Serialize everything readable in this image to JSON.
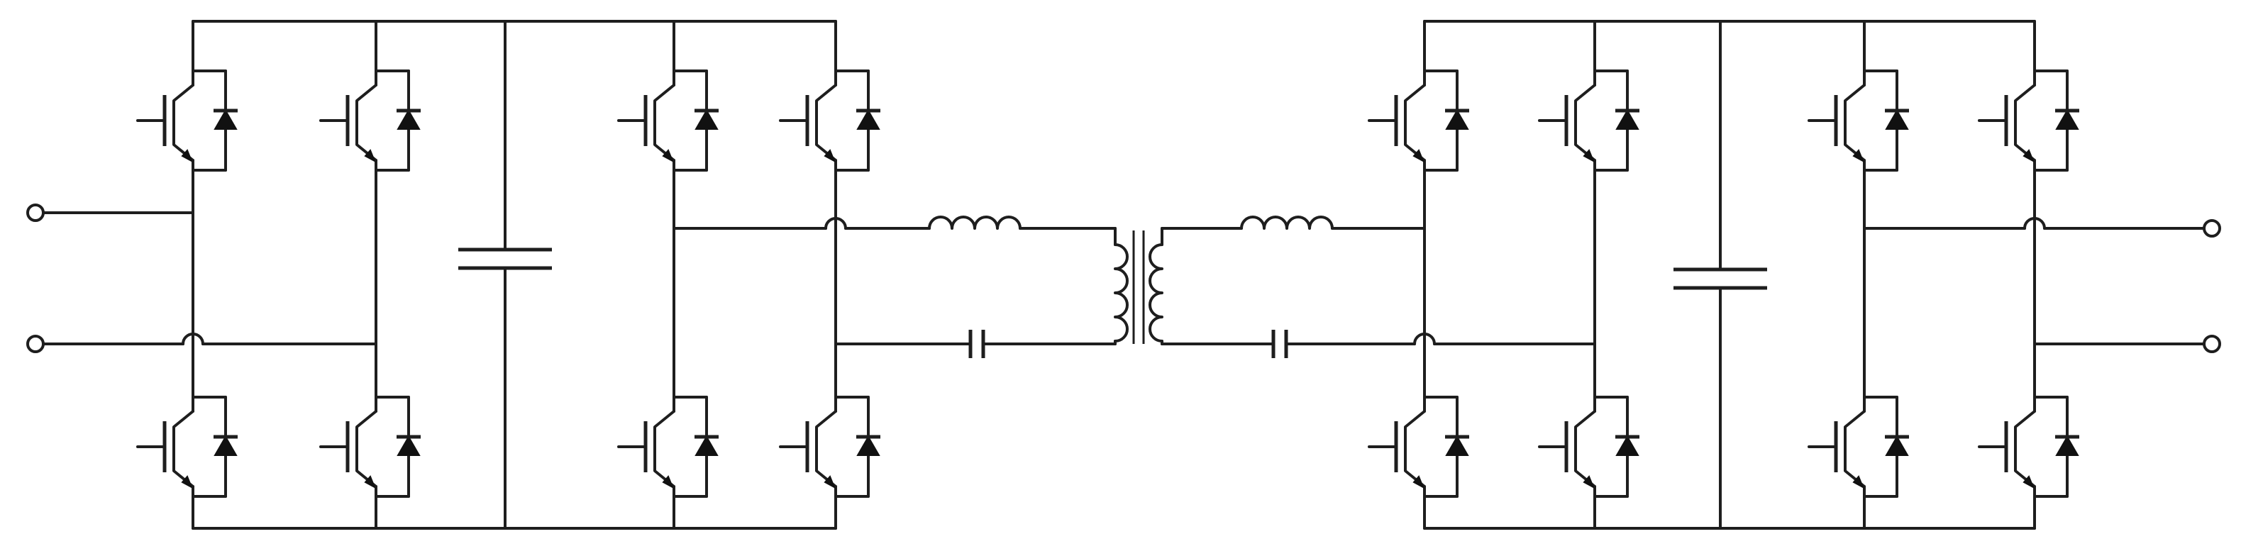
{
  "diagram": {
    "type": "circuit-schematic",
    "colors": {
      "background": "#ffffff",
      "line": "#1e1e1e"
    },
    "blocks": [
      {
        "id": "input-rectifier-bridge",
        "component": "igbt-with-antiparallel-diode",
        "count": 4
      },
      {
        "id": "dc-link-capacitor-1",
        "component": "capacitor",
        "count": 1
      },
      {
        "id": "primary-inverter-bridge",
        "component": "igbt-with-antiparallel-diode",
        "count": 4
      },
      {
        "id": "primary-resonant-tank",
        "components": [
          "inductor",
          "capacitor"
        ]
      },
      {
        "id": "isolation-transformer",
        "component": "transformer",
        "count": 1
      },
      {
        "id": "secondary-resonant-tank",
        "components": [
          "inductor",
          "capacitor"
        ]
      },
      {
        "id": "secondary-rectifier-bridge",
        "component": "igbt-with-antiparallel-diode",
        "count": 4
      },
      {
        "id": "dc-link-capacitor-2",
        "component": "capacitor",
        "count": 1
      },
      {
        "id": "output-inverter-bridge",
        "component": "igbt-with-antiparallel-diode",
        "count": 4
      }
    ],
    "terminals": {
      "input": 2,
      "output": 2
    }
  }
}
